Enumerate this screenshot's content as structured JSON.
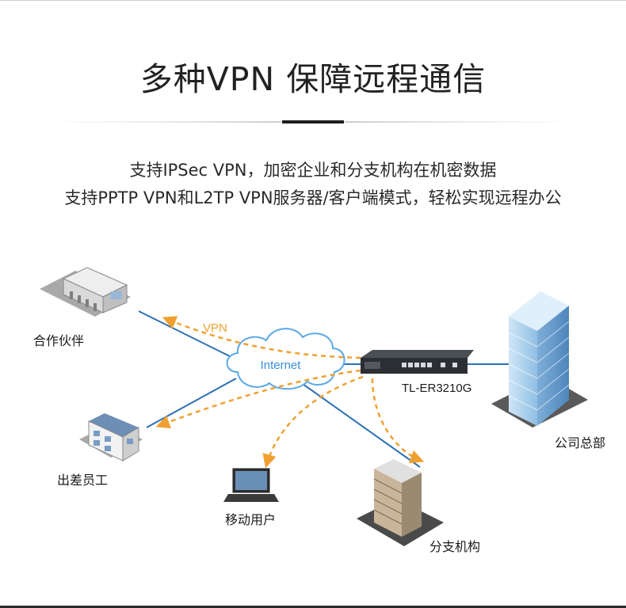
{
  "title": "多种VPN 保障远程通信",
  "subtitle": {
    "line1": "支持IPSec VPN，加密企业和分支机构在机密数据",
    "line2": "支持PPTP VPN和L2TP VPN服务器/客户端模式，轻松实现远程办公"
  },
  "diagram": {
    "cloud_label": "Internet",
    "vpn_label": "VPN",
    "router_model": "TL-ER3210G",
    "nodes": {
      "partner": "合作伙伴",
      "business_trip": "出差员工",
      "mobile_user": "移动用户",
      "branch": "分支机构",
      "headquarters": "公司总部"
    }
  },
  "colors": {
    "vpn_tunnel": "#f0a030",
    "link_line": "#2c6fb4",
    "cloud_stroke": "#5aa9e6",
    "cloud_text": "#3a8fd8",
    "router_body": "#2b2e33"
  }
}
